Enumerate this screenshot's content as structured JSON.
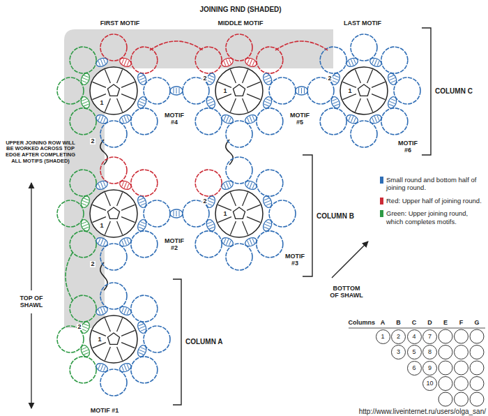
{
  "diagram": {
    "nodes": [
      {
        "text": [
          "1"
        ]
      },
      {
        "text": [
          "2"
        ]
      },
      {
        "text": [
          "4"
        ]
      },
      {
        "text": [
          "7"
        ]
      },
      {
        "text": [
          "3"
        ]
      },
      {
        "text": [
          "5"
        ]
      },
      {
        "text": [
          "8"
        ]
      },
      {
        "text": [
          "6"
        ]
      },
      {
        "text": [
          "9"
        ]
      },
      {
        "text": [
          "10"
        ]
      }
    ],
    "labels": [
      "JOINING RND (SHADED)",
      "FIRST MOTIF",
      "MIDDLE MOTIF",
      "LAST MOTIF",
      "COLUMN C",
      "MOTIF #4",
      "MOTIF #5",
      "MOTIF #6",
      "UPPER JOINING ROW WILL BE WORKED ACROSS TOP EDGE AFTER COMPLETING ALL MOTIFS (SHADED)",
      "COLUMN B",
      "MOTIF #2",
      "MOTIF #3",
      "TOP OF SHAWL",
      "BOTTOM OF SHAWL",
      "COLUMN A",
      "MOTIF #1",
      "Columns",
      "A",
      "B",
      "C",
      "D",
      "E",
      "F",
      "G",
      "1",
      "2",
      "2",
      "1",
      "2",
      "1",
      "1",
      "2",
      "2",
      "1",
      "2",
      "1",
      "http://www.liveinternet.ru/users/olga_san/"
    ],
    "legend": [
      {
        "text": "Small round and bottom half of joining round.",
        "color": "#2f6db5"
      },
      {
        "text": "Red: Upper half of joining round.",
        "color": "#cc2b36"
      },
      {
        "text": "Green: Upper joining round, which completes motifs.",
        "color": "#2e9a45"
      }
    ]
  }
}
